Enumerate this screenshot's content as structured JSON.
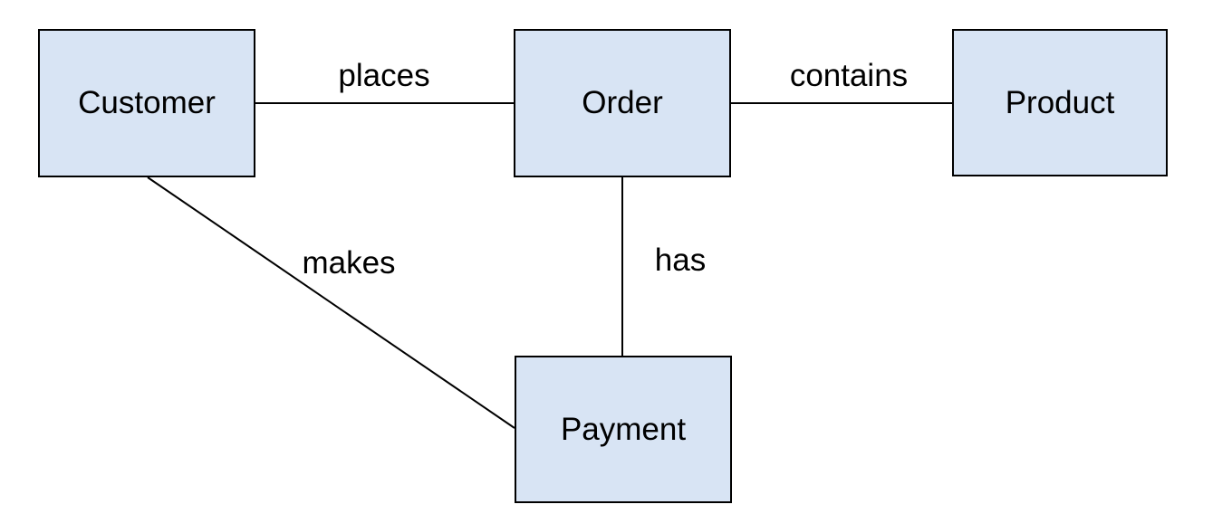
{
  "diagram": {
    "type": "entity-relationship",
    "background_color": "#ffffff",
    "entity_fill_color": "#d8e4f4",
    "entity_border_color": "#000000",
    "line_color": "#000000",
    "entities": [
      {
        "id": "customer",
        "label": "Customer"
      },
      {
        "id": "order",
        "label": "Order"
      },
      {
        "id": "product",
        "label": "Product"
      },
      {
        "id": "payment",
        "label": "Payment"
      }
    ],
    "relationships": [
      {
        "from": "Customer",
        "to": "Order",
        "label": "places"
      },
      {
        "from": "Order",
        "to": "Product",
        "label": "contains"
      },
      {
        "from": "Order",
        "to": "Payment",
        "label": "has"
      },
      {
        "from": "Customer",
        "to": "Payment",
        "label": "makes"
      }
    ]
  }
}
